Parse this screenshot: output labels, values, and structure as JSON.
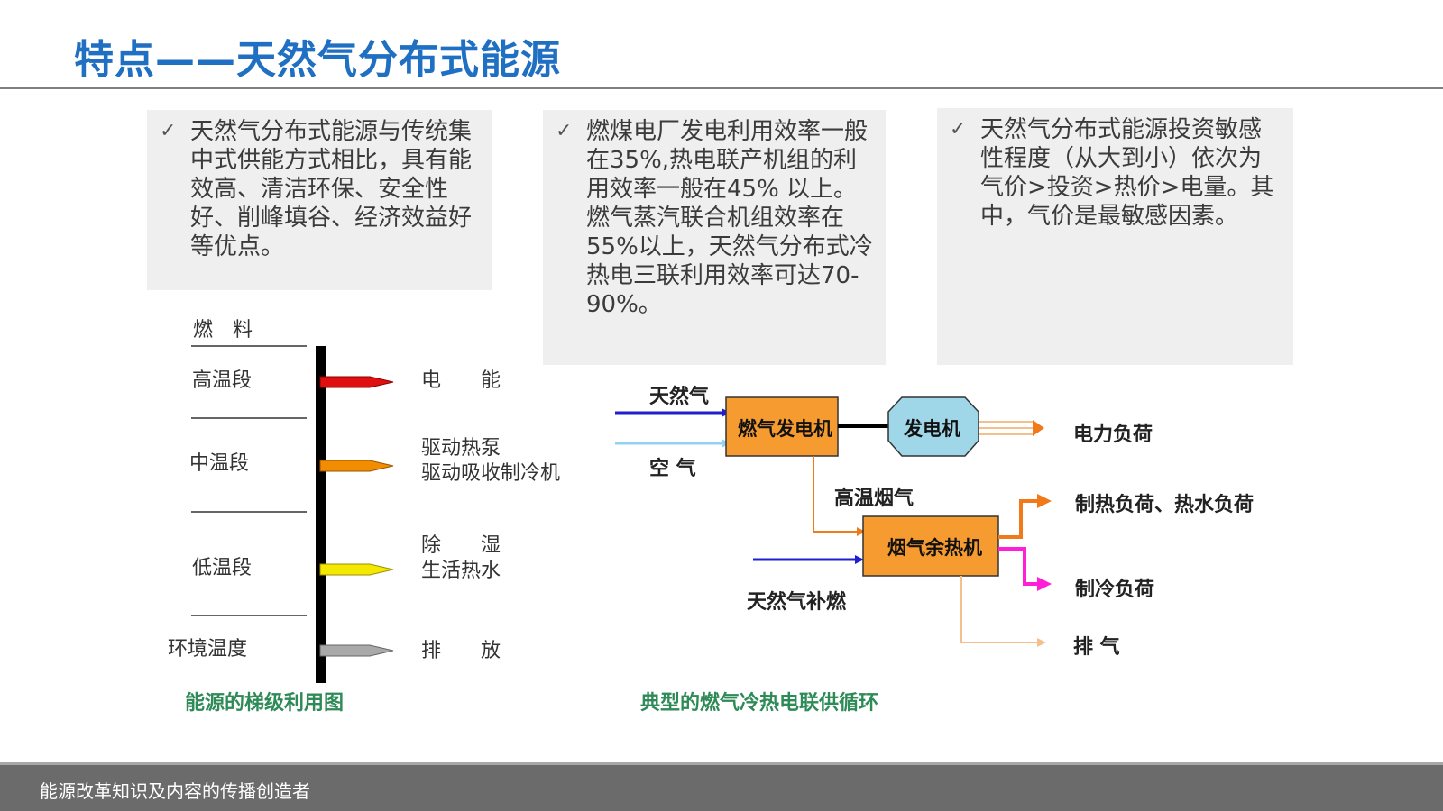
{
  "title": "特点——天然气分布式能源",
  "cards": [
    {
      "check": "✓",
      "text": "天然气分布式能源与传统集中式供能方式相比，具有能效高、清洁环保、安全性好、削峰填谷、经济效益好等优点。"
    },
    {
      "check": "✓",
      "text": "燃煤电厂发电利用效率一般在35%,热电联产机组的利用效率一般在45% 以上。燃气蒸汽联合机组效率在55%以上，天然气分布式冷热电三联利用效率可达70-90%。"
    },
    {
      "check": "✓",
      "text": "天然气分布式能源投资敏感性程度（从大到小）依次为气价>投资>热价>电量。其中，气价是最敏感因素。"
    }
  ],
  "ladder": {
    "fuel_label": "燃　料",
    "stages": [
      {
        "name": "高温段",
        "use": "电　　能",
        "color": "#e01010"
      },
      {
        "name": "中温段",
        "use": "驱动热泵\n驱动吸收制冷机",
        "color": "#f28c00"
      },
      {
        "name": "低温段",
        "use": "除　　湿\n生活热水",
        "color": "#f5e800"
      },
      {
        "name": "环境温度",
        "use": "排　　放",
        "color": "#a9a9a9"
      }
    ],
    "caption": "能源的梯级利用图"
  },
  "cycle": {
    "inputs": {
      "gas": "天然气",
      "air": "空 气",
      "supp": "天然气补燃"
    },
    "gas_generator": "燃气发电机",
    "generator": "发电机",
    "recovery": "烟气余热机",
    "flue_gas": "高温烟气",
    "outputs": {
      "power": "电力负荷",
      "heat": "制热负荷、热水负荷",
      "cold": "制冷负荷",
      "exhaust": "排 气"
    },
    "caption": "典型的燃气冷热电联供循环",
    "colors": {
      "box": "#f59b2f",
      "generator": "#9fd7e8",
      "blue": "#1f1fd0",
      "lightblue": "#8fd3f0",
      "orange": "#f07a1a",
      "magenta": "#ff1fd6",
      "light_orange": "#f3c08c"
    }
  },
  "footer": "能源改革知识及内容的传播创造者"
}
